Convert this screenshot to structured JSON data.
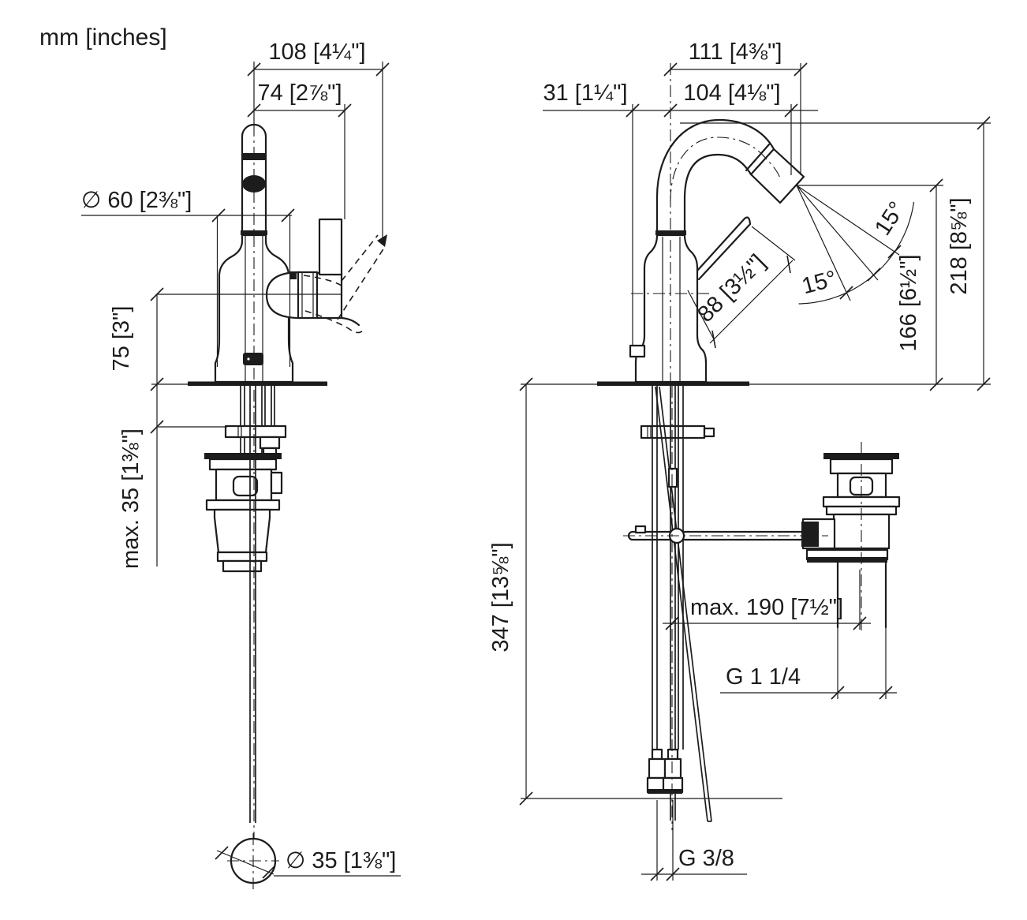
{
  "drawing": {
    "units_label": "mm [inches]",
    "left_view": {
      "width_overall": "108 [4¼\"]",
      "width_handle": "74 [2⅞\"]",
      "base_diameter": "∅ 60 [2⅜\"]",
      "height_spout_axis": "75 [3\"]",
      "max_counter_thickness": "max. 35 [1⅜\"]",
      "hole_diameter": "∅ 35 [1⅜\"]"
    },
    "right_view": {
      "reach_overall": "111 [4⅜\"]",
      "offset_back": "31 [1¼\"]",
      "reach_outlet": "104 [4⅛\"]",
      "height_overall": "218 [8⅝\"]",
      "height_outlet": "166 [6½\"]",
      "lever_length": "88 [3½\"]",
      "spray_angle_1": "15°",
      "spray_angle_2": "15°",
      "depth_below_counter": "347 [13⅝\"]",
      "max_drain_offset": "max. 190 [7½\"]",
      "drain_thread": "G 1 1/4",
      "supply_thread": "G 3/8"
    }
  }
}
